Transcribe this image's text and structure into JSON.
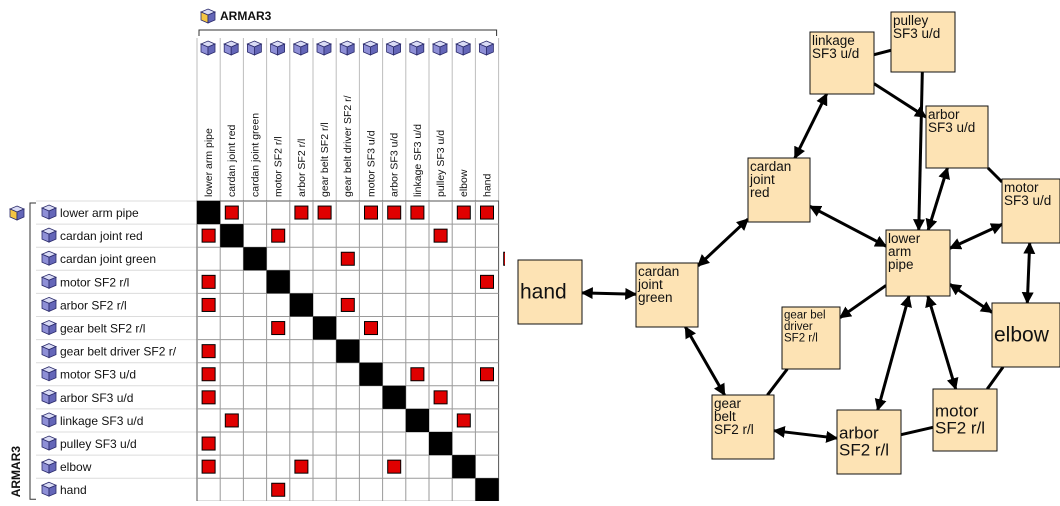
{
  "dsm": {
    "title": "ARMAR3",
    "side_title": "ARMAR3",
    "elements": [
      "lower arm pipe",
      "cardan joint red",
      "cardan joint green",
      "motor SF2 r/l",
      "arbor SF2 r/l",
      "gear belt SF2 r/l",
      "gear belt driver SF2 r/",
      "motor SF3 u/d",
      "arbor SF3 u/d",
      "linkage SF3 u/d",
      "pulley SF3 u/d",
      "elbow",
      "hand"
    ],
    "marks": [
      [
        0,
        1
      ],
      [
        0,
        4
      ],
      [
        0,
        5
      ],
      [
        0,
        7
      ],
      [
        0,
        8
      ],
      [
        0,
        9
      ],
      [
        0,
        11
      ],
      [
        0,
        12
      ],
      [
        1,
        0
      ],
      [
        1,
        3
      ],
      [
        1,
        10
      ],
      [
        2,
        2
      ],
      [
        2,
        6
      ],
      [
        2,
        13
      ],
      [
        3,
        0
      ],
      [
        3,
        12
      ],
      [
        4,
        0
      ],
      [
        4,
        4
      ],
      [
        4,
        6
      ],
      [
        5,
        3
      ],
      [
        5,
        5
      ],
      [
        5,
        7
      ],
      [
        6,
        0
      ],
      [
        6,
        6
      ],
      [
        7,
        0
      ],
      [
        7,
        9
      ],
      [
        7,
        12
      ],
      [
        8,
        0
      ],
      [
        8,
        8
      ],
      [
        8,
        10
      ],
      [
        9,
        1
      ],
      [
        9,
        9
      ],
      [
        9,
        11
      ],
      [
        10,
        0
      ],
      [
        10,
        10
      ],
      [
        11,
        0
      ],
      [
        11,
        4
      ],
      [
        11,
        8
      ],
      [
        12,
        3
      ]
    ],
    "colors": {
      "mark": "#e00000",
      "diagonal": "#000000",
      "icon": "#8e8fd6",
      "root_icon": "#f5c542"
    }
  },
  "graph": {
    "nodes": [
      {
        "id": "pulley",
        "lines": [
          "pulley",
          "SF3 u/d"
        ],
        "size": "normal"
      },
      {
        "id": "linkage",
        "lines": [
          "linkage",
          "SF3 u/d"
        ],
        "size": "normal"
      },
      {
        "id": "arbor_sf3",
        "lines": [
          "arbor",
          "SF3 u/d"
        ],
        "size": "normal"
      },
      {
        "id": "cardan_red",
        "lines": [
          "cardan",
          "joint",
          "red"
        ],
        "size": "normal"
      },
      {
        "id": "motor_sf3",
        "lines": [
          "motor",
          "SF3 u/d"
        ],
        "size": "normal"
      },
      {
        "id": "lower_arm",
        "lines": [
          "lower",
          "arm",
          "pipe"
        ],
        "size": "normal"
      },
      {
        "id": "hand",
        "lines": [
          "hand"
        ],
        "size": "large"
      },
      {
        "id": "cardan_green",
        "lines": [
          "cardan",
          "joint",
          "green"
        ],
        "size": "normal"
      },
      {
        "id": "elbow",
        "lines": [
          "elbow"
        ],
        "size": "large"
      },
      {
        "id": "gear_belt_driver",
        "lines": [
          "gear bel",
          "driver",
          "SF2 r/l"
        ],
        "size": "small"
      },
      {
        "id": "gear_belt",
        "lines": [
          "gear",
          "belt",
          "SF2 r/l"
        ],
        "size": "normal"
      },
      {
        "id": "motor_sf2",
        "lines": [
          "motor",
          "SF2 r/l"
        ],
        "size": "medium"
      },
      {
        "id": "arbor_sf2",
        "lines": [
          "arbor",
          "SF2 r/l"
        ],
        "size": "medium"
      }
    ],
    "edges": [
      [
        "pulley",
        "lower_arm",
        "end"
      ],
      [
        "pulley",
        "linkage",
        "none"
      ],
      [
        "linkage",
        "arbor_sf3",
        "end"
      ],
      [
        "linkage",
        "cardan_red",
        "both"
      ],
      [
        "arbor_sf3",
        "lower_arm",
        "both"
      ],
      [
        "arbor_sf3",
        "motor_sf3",
        "none"
      ],
      [
        "cardan_red",
        "lower_arm",
        "both"
      ],
      [
        "cardan_red",
        "cardan_green",
        "both"
      ],
      [
        "motor_sf3",
        "lower_arm",
        "both"
      ],
      [
        "motor_sf3",
        "elbow",
        "both"
      ],
      [
        "lower_arm",
        "elbow",
        "both"
      ],
      [
        "lower_arm",
        "arbor_sf2",
        "both"
      ],
      [
        "lower_arm",
        "motor_sf2",
        "both"
      ],
      [
        "lower_arm",
        "gear_belt_driver",
        "end"
      ],
      [
        "hand",
        "cardan_green",
        "both"
      ],
      [
        "cardan_green",
        "gear_belt",
        "both"
      ],
      [
        "gear_belt_driver",
        "gear_belt",
        "none"
      ],
      [
        "gear_belt",
        "arbor_sf2",
        "both"
      ],
      [
        "arbor_sf2",
        "motor_sf2",
        "none"
      ],
      [
        "motor_sf2",
        "elbow",
        "none"
      ]
    ]
  }
}
